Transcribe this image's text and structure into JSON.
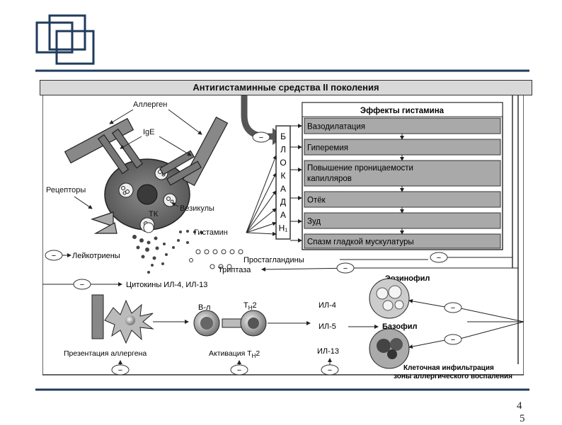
{
  "slide": {
    "title": "Антигистаминные средства II поколения",
    "page_number": "4",
    "page_number_second_line": "5"
  },
  "effects": {
    "header": "Эффекты гистамина",
    "items": [
      {
        "line1": "Вазодилатация",
        "line2": ""
      },
      {
        "line1": "Гиперемия",
        "line2": ""
      },
      {
        "line1": "Повышение проницаемости",
        "line2": "капилляров"
      },
      {
        "line1": "Отёк",
        "line2": ""
      },
      {
        "line1": "Зуд",
        "line2": ""
      },
      {
        "line1": "Спазм гладкой мускулатуры",
        "line2": ""
      }
    ]
  },
  "blockade": {
    "letters": [
      "Б",
      "Л",
      "О",
      "К",
      "А",
      "Д",
      "А",
      "Н₁"
    ]
  },
  "cell": {
    "allergen": "Аллерген",
    "ige": "IgE",
    "receptors": "Рецепторы",
    "vesicles": "Везикулы",
    "tk": "ТК",
    "histamine": "Гистамин"
  },
  "mediators": {
    "leukotrienes": "Лейкотриены",
    "prostaglandins": "Простагландины",
    "tryptase": "Триптаза",
    "cytokines": "Цитокины ИЛ-4, ИЛ-13"
  },
  "lower": {
    "presentation": "Презентация аллергена",
    "b_label": "В-л",
    "th2_label": "Т",
    "th2_sub": "Н",
    "th2_num": "2",
    "activation": "Активация Т",
    "activation_sub": "Н",
    "activation_num": "2",
    "il4": "ИЛ-4",
    "il5": "ИЛ-5",
    "il13": "ИЛ-13",
    "eosinophil": "Эозинофил",
    "basophil": "Базофил",
    "infiltration_line1": "Клеточная инфильтрация",
    "infiltration_line2": "зоны аллергического воспаления"
  },
  "symbols": {
    "minus": "−"
  }
}
